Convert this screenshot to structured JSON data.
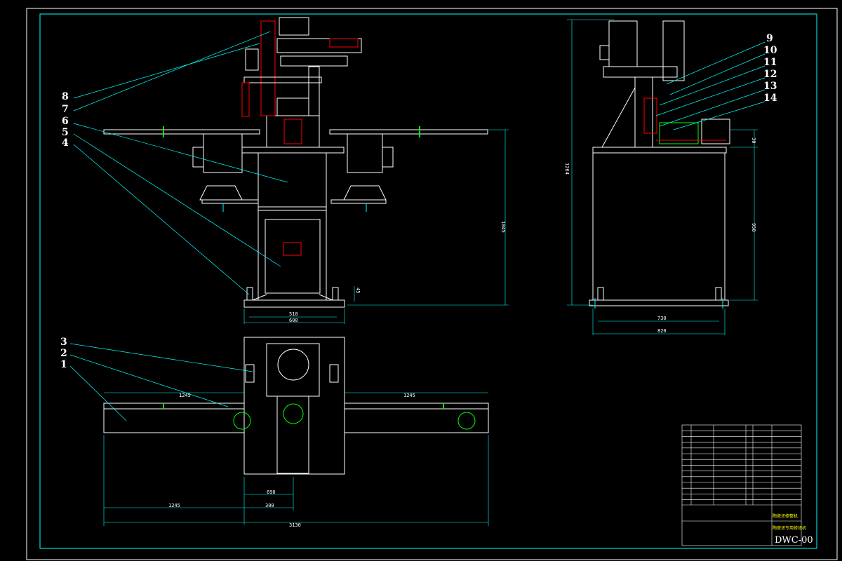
{
  "labels": [
    "1",
    "2",
    "3",
    "4",
    "5",
    "6",
    "7",
    "8",
    "9",
    "10",
    "11",
    "12",
    "13",
    "14"
  ],
  "dims": {
    "base_inner": "510",
    "base_outer": "600",
    "height_total": "1045",
    "foot": "45",
    "side_inner": "730",
    "side_outer": "820",
    "side_height": "1264",
    "side_body": "950",
    "side_top": "30",
    "top_left_arm": "1245",
    "top_right_arm": "1245",
    "top_a": "690",
    "top_b": "300",
    "top_left": "1245",
    "top_total": "3130"
  },
  "title_block": {
    "drawing_code": "DWC-00",
    "project_name": "陶瓷坯修整机",
    "drawing_name": "陶瓷坯专用修坯机"
  },
  "colors": {
    "cyan": "#00ffff",
    "white": "#ffffff",
    "red": "#ff0000",
    "green": "#00ff00",
    "magenta": "#ff00ff",
    "yellow": "#ffff00"
  }
}
